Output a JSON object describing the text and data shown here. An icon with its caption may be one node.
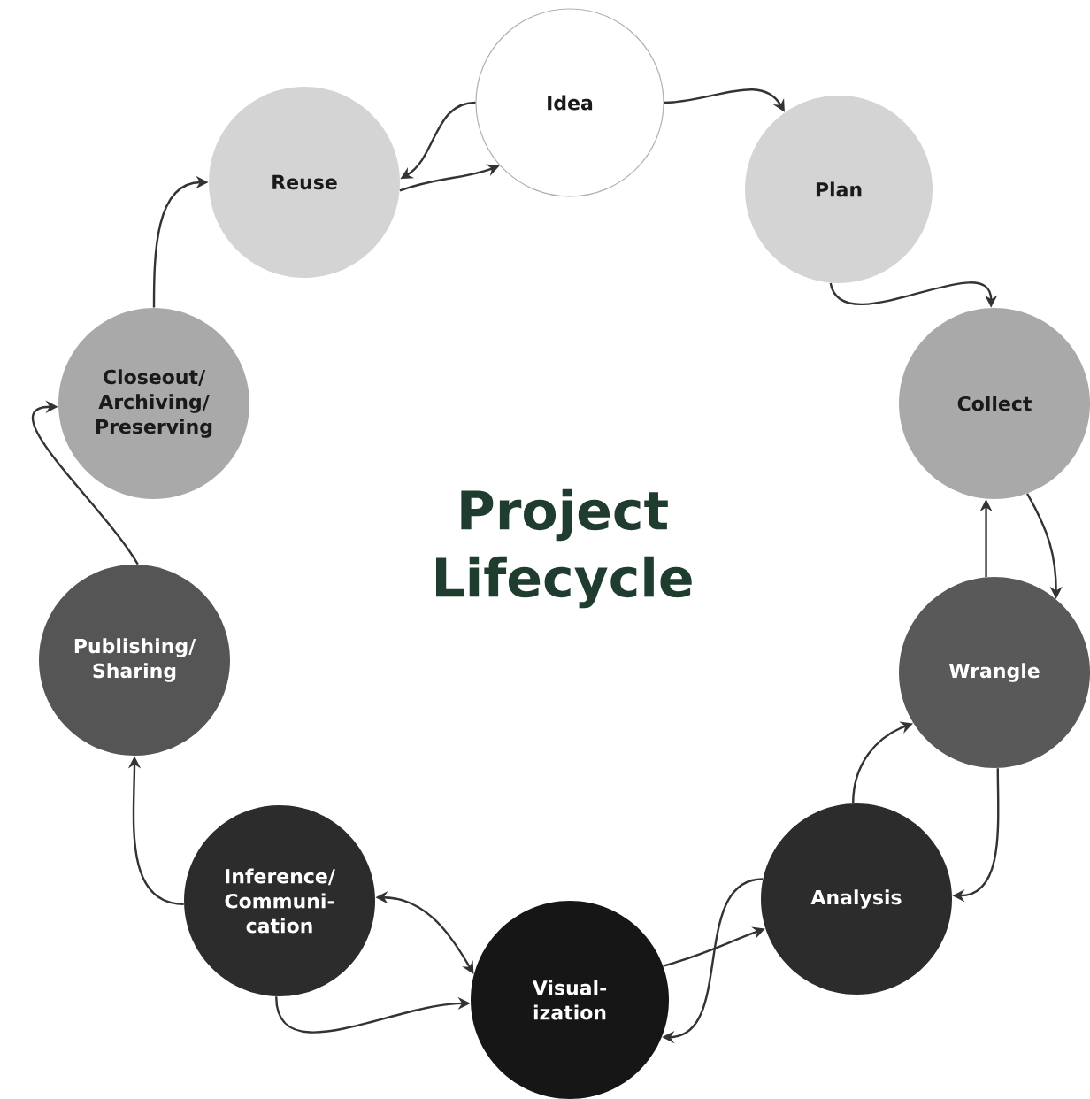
{
  "diagram": {
    "title": "Project Lifecycle",
    "nodes": [
      {
        "text": [
          "Idea"
        ]
      },
      {
        "text": [
          "Plan"
        ]
      },
      {
        "text": [
          "Collect"
        ]
      },
      {
        "text": [
          "Wrangle"
        ]
      },
      {
        "text": [
          "Analysis"
        ]
      },
      {
        "text": [
          "Visual- ization"
        ]
      },
      {
        "text": [
          "Inference/ Communi- cation"
        ]
      },
      {
        "text": [
          "Publishing/ Sharing"
        ]
      },
      {
        "text": [
          "Closeout/ Archiving/ Preserving"
        ]
      },
      {
        "text": [
          "Reuse"
        ]
      }
    ],
    "edges": [
      {
        "from": 0,
        "to": 1,
        "arrow": "to"
      },
      {
        "from": 1,
        "to": 2,
        "arrow": "to"
      },
      {
        "from": 2,
        "to": 3,
        "arrow": "to"
      },
      {
        "from": 3,
        "to": 2,
        "arrow": "to"
      },
      {
        "from": 3,
        "to": 4,
        "arrow": "to"
      },
      {
        "from": 4,
        "to": 3,
        "arrow": "to"
      },
      {
        "from": 4,
        "to": 5,
        "arrow": "to"
      },
      {
        "from": 5,
        "to": 4,
        "arrow": "to"
      },
      {
        "from": 5,
        "to": 6,
        "arrow": "both"
      },
      {
        "from": 6,
        "to": 5,
        "arrow": "to"
      },
      {
        "from": 6,
        "to": 7,
        "arrow": "to"
      },
      {
        "from": 7,
        "to": 8,
        "arrow": "to"
      },
      {
        "from": 8,
        "to": 9,
        "arrow": "to"
      },
      {
        "from": 0,
        "to": 9,
        "arrow": "to"
      },
      {
        "from": 9,
        "to": 0,
        "arrow": "to"
      }
    ]
  }
}
